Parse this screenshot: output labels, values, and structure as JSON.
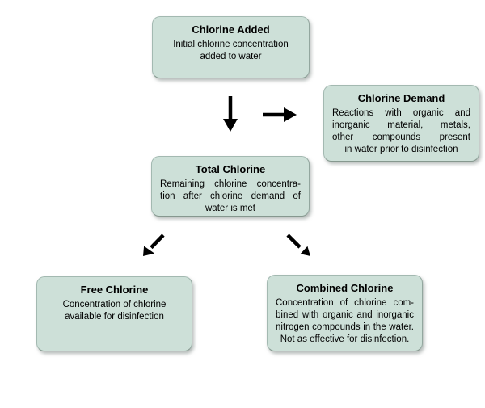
{
  "diagram": {
    "boxes": {
      "chlorine_added": {
        "title": "Chlorine Added",
        "body_lines": [
          "Initial chlorine concentration",
          "added to water"
        ]
      },
      "chlorine_demand": {
        "title": "Chlorine Demand",
        "body_lines": [
          "Reactions with organic and",
          "inorganic material, metals,",
          "other compounds present",
          "in water prior to disinfection"
        ]
      },
      "total_chlorine": {
        "title": "Total Chlorine",
        "body_lines": [
          "Remaining chlorine concentra-",
          "tion after chlorine demand of",
          "water is met"
        ]
      },
      "free_chlorine": {
        "title": "Free Chlorine",
        "body_lines": [
          "Concentration of chlorine",
          "available for disinfection"
        ]
      },
      "combined_chlorine": {
        "title": "Combined Chlorine",
        "body_lines": [
          "Concentration of chlorine com-",
          "bined with organic and inorganic",
          "nitrogen compounds in the water.",
          "Not as effective for disinfection."
        ]
      }
    },
    "icons": [
      "arrow-down-icon",
      "arrow-right-icon",
      "arrow-down-left-icon",
      "arrow-down-right-icon"
    ],
    "colors": {
      "box_fill": "#cde0d8",
      "box_border": "#a3b9b1",
      "shadow": "#9aa8a4",
      "arrow": "#000000",
      "background": "#ffffff",
      "text": "#000000"
    }
  }
}
